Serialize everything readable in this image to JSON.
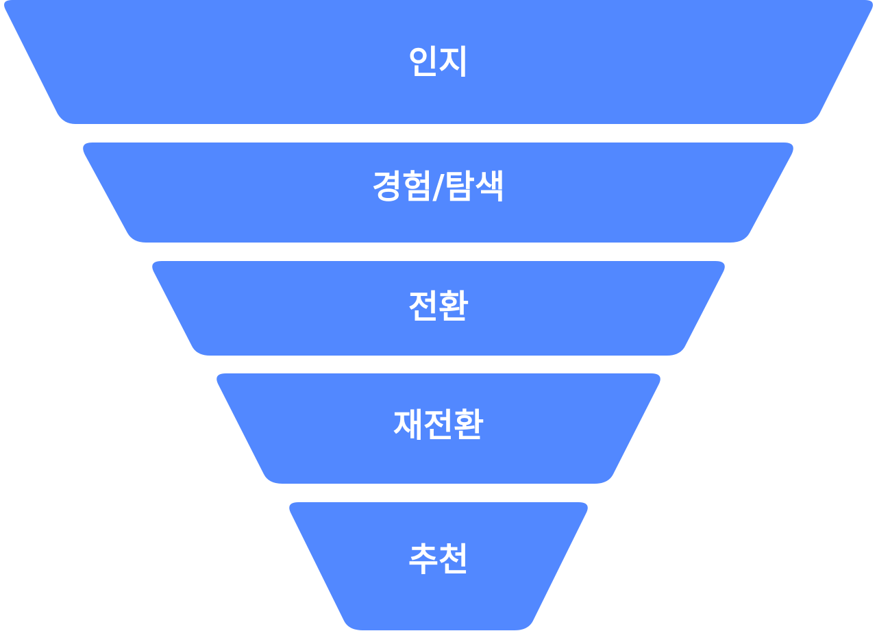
{
  "funnel": {
    "fill_color": "#5288FF",
    "label_color": "#FFFFFF",
    "stages": [
      {
        "label": "인지"
      },
      {
        "label": "경험/탐색"
      },
      {
        "label": "전환"
      },
      {
        "label": "재전환"
      },
      {
        "label": "추천"
      }
    ]
  }
}
